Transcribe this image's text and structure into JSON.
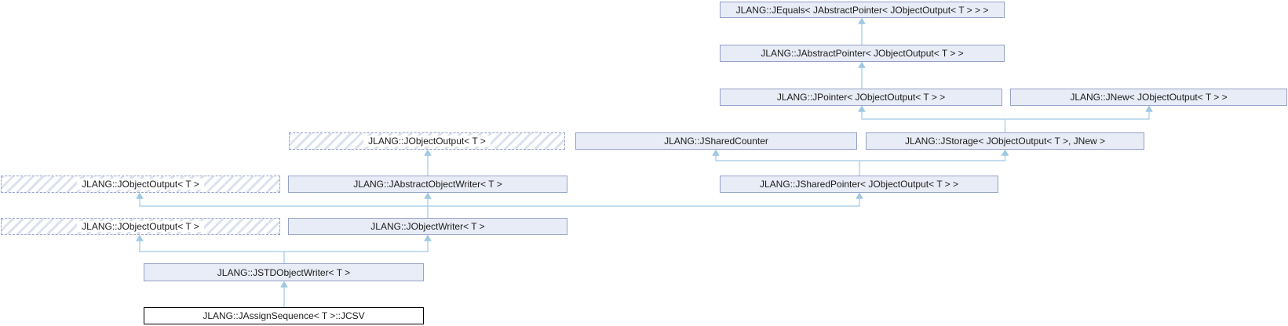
{
  "diagram": {
    "type": "inheritance-diagram",
    "colors": {
      "node_fill": "#e8ecf6",
      "node_border": "#95a2c6",
      "edge": "#9fc8e4",
      "text": "#1c1c1c",
      "current_border": "#000000",
      "current_fill": "#ffffff",
      "hatch_stripe": "#dce1ef",
      "dashed_border": "#93a2c9"
    },
    "nodes": {
      "jequals": {
        "label": "JLANG::JEquals< JAbstractPointer< JObjectOutput< T > > >"
      },
      "jabstractpointer": {
        "label": "JLANG::JAbstractPointer< JObjectOutput< T > >"
      },
      "jpointer": {
        "label": "JLANG::JPointer< JObjectOutput< T > >"
      },
      "jnew": {
        "label": "JLANG::JNew< JObjectOutput< T > >"
      },
      "jobjectoutput_a": {
        "label": "JLANG::JObjectOutput< T >"
      },
      "jsharedcounter": {
        "label": "JLANG::JSharedCounter"
      },
      "jstorage": {
        "label": "JLANG::JStorage< JObjectOutput< T >, JNew >"
      },
      "jobjectoutput_b": {
        "label": "JLANG::JObjectOutput< T >"
      },
      "jabstractobjectwriter": {
        "label": "JLANG::JAbstractObjectWriter< T >"
      },
      "jsharedpointer": {
        "label": "JLANG::JSharedPointer< JObjectOutput< T > >"
      },
      "jobjectoutput_c": {
        "label": "JLANG::JObjectOutput< T >"
      },
      "jobjectwriter": {
        "label": "JLANG::JObjectWriter< T >"
      },
      "jstdobjectwriter": {
        "label": "JLANG::JSTDObjectWriter< T >"
      },
      "jcsv": {
        "label": "JLANG::JAssignSequence< T >::JCSV"
      }
    },
    "edges": [
      {
        "from": "jabstractpointer",
        "to": [
          "jequals"
        ]
      },
      {
        "from": "jpointer",
        "to": [
          "jabstractpointer"
        ]
      },
      {
        "from": "jstorage",
        "to": [
          "jpointer",
          "jnew"
        ]
      },
      {
        "from": "jsharedpointer",
        "to": [
          "jsharedcounter",
          "jstorage"
        ]
      },
      {
        "from": "jabstractobjectwriter",
        "to": [
          "jobjectoutput_a"
        ]
      },
      {
        "from": "jobjectwriter",
        "to": [
          "jobjectoutput_b",
          "jabstractobjectwriter",
          "jsharedpointer"
        ]
      },
      {
        "from": "jstdobjectwriter",
        "to": [
          "jobjectoutput_c",
          "jobjectwriter"
        ]
      },
      {
        "from": "jcsv",
        "to": [
          "jstdobjectwriter"
        ]
      }
    ]
  }
}
